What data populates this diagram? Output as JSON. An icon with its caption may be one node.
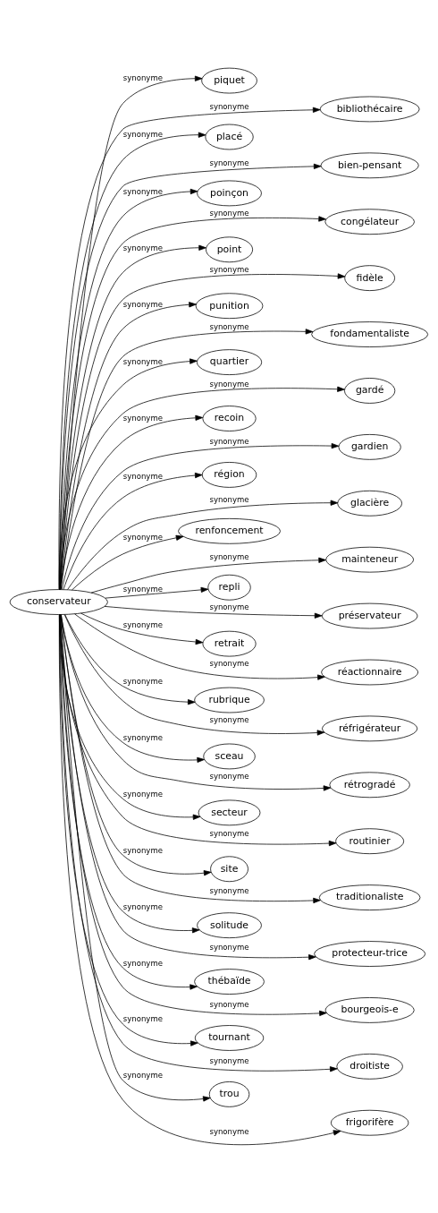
{
  "diagram": {
    "nodes": [
      {
        "text": [
          "conservateur"
        ]
      },
      {
        "text": [
          "piquet"
        ]
      },
      {
        "text": [
          "bibliothécaire"
        ]
      },
      {
        "text": [
          "placé"
        ]
      },
      {
        "text": [
          "bien-pensant"
        ]
      },
      {
        "text": [
          "poinçon"
        ]
      },
      {
        "text": [
          "congélateur"
        ]
      },
      {
        "text": [
          "point"
        ]
      },
      {
        "text": [
          "fidèle"
        ]
      },
      {
        "text": [
          "punition"
        ]
      },
      {
        "text": [
          "fondamentaliste"
        ]
      },
      {
        "text": [
          "quartier"
        ]
      },
      {
        "text": [
          "gardé"
        ]
      },
      {
        "text": [
          "recoin"
        ]
      },
      {
        "text": [
          "gardien"
        ]
      },
      {
        "text": [
          "région"
        ]
      },
      {
        "text": [
          "glacière"
        ]
      },
      {
        "text": [
          "renfoncement"
        ]
      },
      {
        "text": [
          "mainteneur"
        ]
      },
      {
        "text": [
          "repli"
        ]
      },
      {
        "text": [
          "préservateur"
        ]
      },
      {
        "text": [
          "retrait"
        ]
      },
      {
        "text": [
          "réactionnaire"
        ]
      },
      {
        "text": [
          "rubrique"
        ]
      },
      {
        "text": [
          "réfrigérateur"
        ]
      },
      {
        "text": [
          "sceau"
        ]
      },
      {
        "text": [
          "rétrogradé"
        ]
      },
      {
        "text": [
          "secteur"
        ]
      },
      {
        "text": [
          "routinier"
        ]
      },
      {
        "text": [
          "site"
        ]
      },
      {
        "text": [
          "traditionaliste"
        ]
      },
      {
        "text": [
          "solitude"
        ]
      },
      {
        "text": [
          "protecteur-trice"
        ]
      },
      {
        "text": [
          "thébaïde"
        ]
      },
      {
        "text": [
          "bourgeois-e"
        ]
      },
      {
        "text": [
          "tournant"
        ]
      },
      {
        "text": [
          "droitiste"
        ]
      },
      {
        "text": [
          "trou"
        ]
      },
      {
        "text": [
          "frigorifère"
        ]
      }
    ],
    "edges": [
      {
        "from": 0,
        "to": 1,
        "arrow": "to",
        "label": "synonyme"
      },
      {
        "from": 0,
        "to": 2,
        "arrow": "to",
        "label": "synonyme"
      },
      {
        "from": 0,
        "to": 3,
        "arrow": "to",
        "label": "synonyme"
      },
      {
        "from": 0,
        "to": 4,
        "arrow": "to",
        "label": "synonyme"
      },
      {
        "from": 0,
        "to": 5,
        "arrow": "to",
        "label": "synonyme"
      },
      {
        "from": 0,
        "to": 6,
        "arrow": "to",
        "label": "synonyme"
      },
      {
        "from": 0,
        "to": 7,
        "arrow": "to",
        "label": "synonyme"
      },
      {
        "from": 0,
        "to": 8,
        "arrow": "to",
        "label": "synonyme"
      },
      {
        "from": 0,
        "to": 9,
        "arrow": "to",
        "label": "synonyme"
      },
      {
        "from": 0,
        "to": 10,
        "arrow": "to",
        "label": "synonyme"
      },
      {
        "from": 0,
        "to": 11,
        "arrow": "to",
        "label": "synonyme"
      },
      {
        "from": 0,
        "to": 12,
        "arrow": "to",
        "label": "synonyme"
      },
      {
        "from": 0,
        "to": 13,
        "arrow": "to",
        "label": "synonyme"
      },
      {
        "from": 0,
        "to": 14,
        "arrow": "to",
        "label": "synonyme"
      },
      {
        "from": 0,
        "to": 15,
        "arrow": "to",
        "label": "synonyme"
      },
      {
        "from": 0,
        "to": 16,
        "arrow": "to",
        "label": "synonyme"
      },
      {
        "from": 0,
        "to": 17,
        "arrow": "to",
        "label": "synonyme"
      },
      {
        "from": 0,
        "to": 18,
        "arrow": "to",
        "label": "synonyme"
      },
      {
        "from": 0,
        "to": 19,
        "arrow": "to",
        "label": "synonyme"
      },
      {
        "from": 0,
        "to": 20,
        "arrow": "to",
        "label": "synonyme"
      },
      {
        "from": 0,
        "to": 21,
        "arrow": "to",
        "label": "synonyme"
      },
      {
        "from": 0,
        "to": 22,
        "arrow": "to",
        "label": "synonyme"
      },
      {
        "from": 0,
        "to": 23,
        "arrow": "to",
        "label": "synonyme"
      },
      {
        "from": 0,
        "to": 24,
        "arrow": "to",
        "label": "synonyme"
      },
      {
        "from": 0,
        "to": 25,
        "arrow": "to",
        "label": "synonyme"
      },
      {
        "from": 0,
        "to": 26,
        "arrow": "to",
        "label": "synonyme"
      },
      {
        "from": 0,
        "to": 27,
        "arrow": "to",
        "label": "synonyme"
      },
      {
        "from": 0,
        "to": 28,
        "arrow": "to",
        "label": "synonyme"
      },
      {
        "from": 0,
        "to": 29,
        "arrow": "to",
        "label": "synonyme"
      },
      {
        "from": 0,
        "to": 30,
        "arrow": "to",
        "label": "synonyme"
      },
      {
        "from": 0,
        "to": 31,
        "arrow": "to",
        "label": "synonyme"
      },
      {
        "from": 0,
        "to": 32,
        "arrow": "to",
        "label": "synonyme"
      },
      {
        "from": 0,
        "to": 33,
        "arrow": "to",
        "label": "synonyme"
      },
      {
        "from": 0,
        "to": 34,
        "arrow": "to",
        "label": "synonyme"
      },
      {
        "from": 0,
        "to": 35,
        "arrow": "to",
        "label": "synonyme"
      },
      {
        "from": 0,
        "to": 36,
        "arrow": "to",
        "label": "synonyme"
      },
      {
        "from": 0,
        "to": 37,
        "arrow": "to",
        "label": "synonyme"
      },
      {
        "from": 0,
        "to": 38,
        "arrow": "to",
        "label": "synonyme"
      }
    ]
  }
}
